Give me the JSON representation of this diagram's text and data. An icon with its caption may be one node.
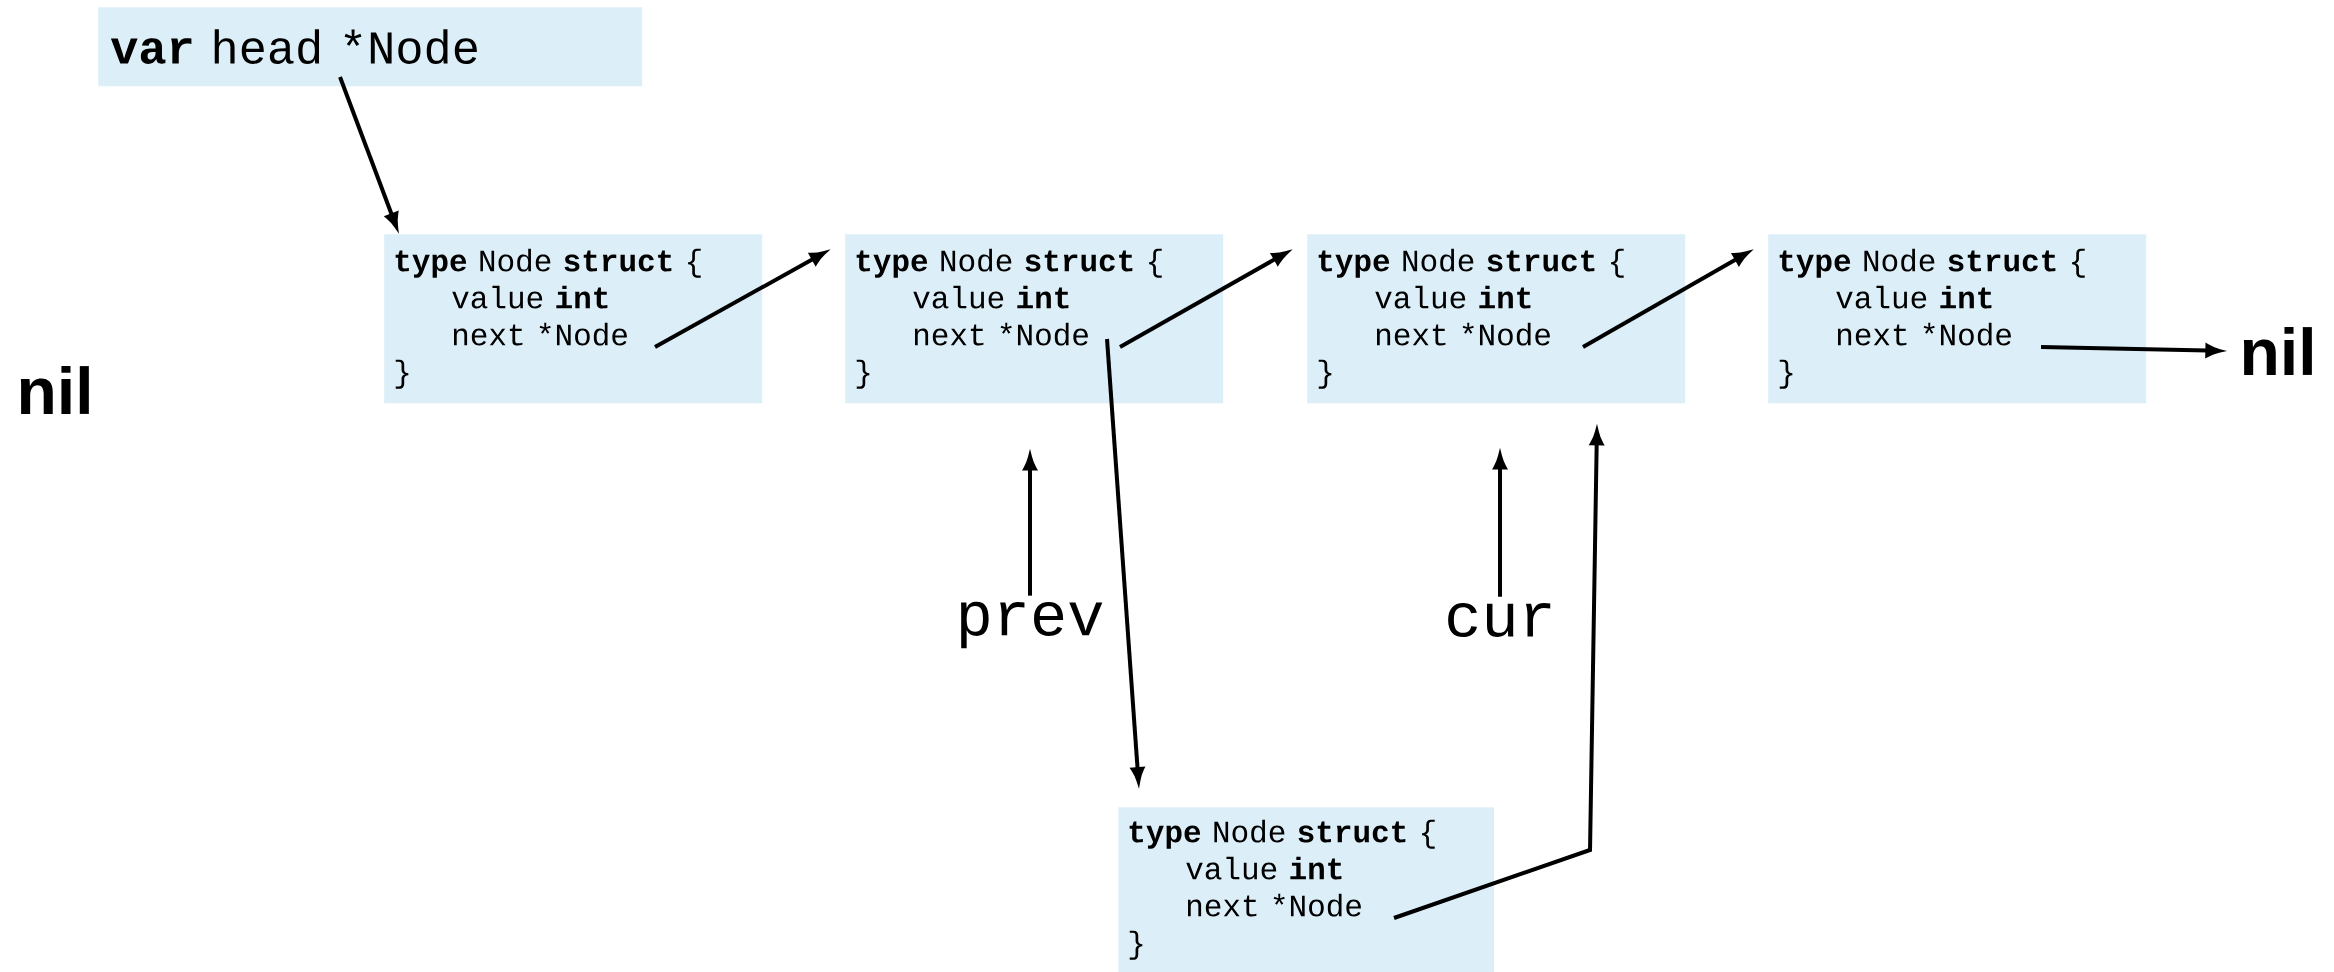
{
  "diagram": {
    "nodes": [
      {
        "text": [
          "**var** head *Node"
        ]
      },
      {
        "text": [
          "**type** Node **struct** {",
          "value **int**",
          "next *Node",
          "}"
        ]
      },
      {
        "text": [
          "**type** Node **struct** {",
          "value **int**",
          "next *Node",
          "}"
        ]
      },
      {
        "text": [
          "**type** Node **struct** {",
          "value **int**",
          "next *Node",
          "}"
        ]
      },
      {
        "text": [
          "**type** Node **struct** {",
          "value **int**",
          "next *Node",
          "}"
        ]
      },
      {
        "text": [
          "nil"
        ]
      },
      {
        "text": [
          "prev"
        ]
      },
      {
        "text": [
          "cur"
        ]
      },
      {
        "text": [
          "**type** Node **struct** {",
          "value **int**",
          "next *Node",
          "}"
        ]
      }
    ],
    "edges": [
      {
        "from": 0,
        "to": 1,
        "arrow": "to"
      },
      {
        "from": 1,
        "to": 2,
        "arrow": "to"
      },
      {
        "from": 2,
        "to": 3,
        "arrow": "to"
      },
      {
        "from": 3,
        "to": 4,
        "arrow": "to"
      },
      {
        "from": 4,
        "to": 5,
        "arrow": "to"
      },
      {
        "from": 2,
        "to": 8,
        "arrow": "to"
      },
      {
        "from": 8,
        "to": 3,
        "arrow": "to"
      },
      {
        "from": 6,
        "to": 2,
        "arrow": "to"
      },
      {
        "from": 7,
        "to": 3,
        "arrow": "to"
      }
    ],
    "labels": [
      "nil"
    ]
  }
}
